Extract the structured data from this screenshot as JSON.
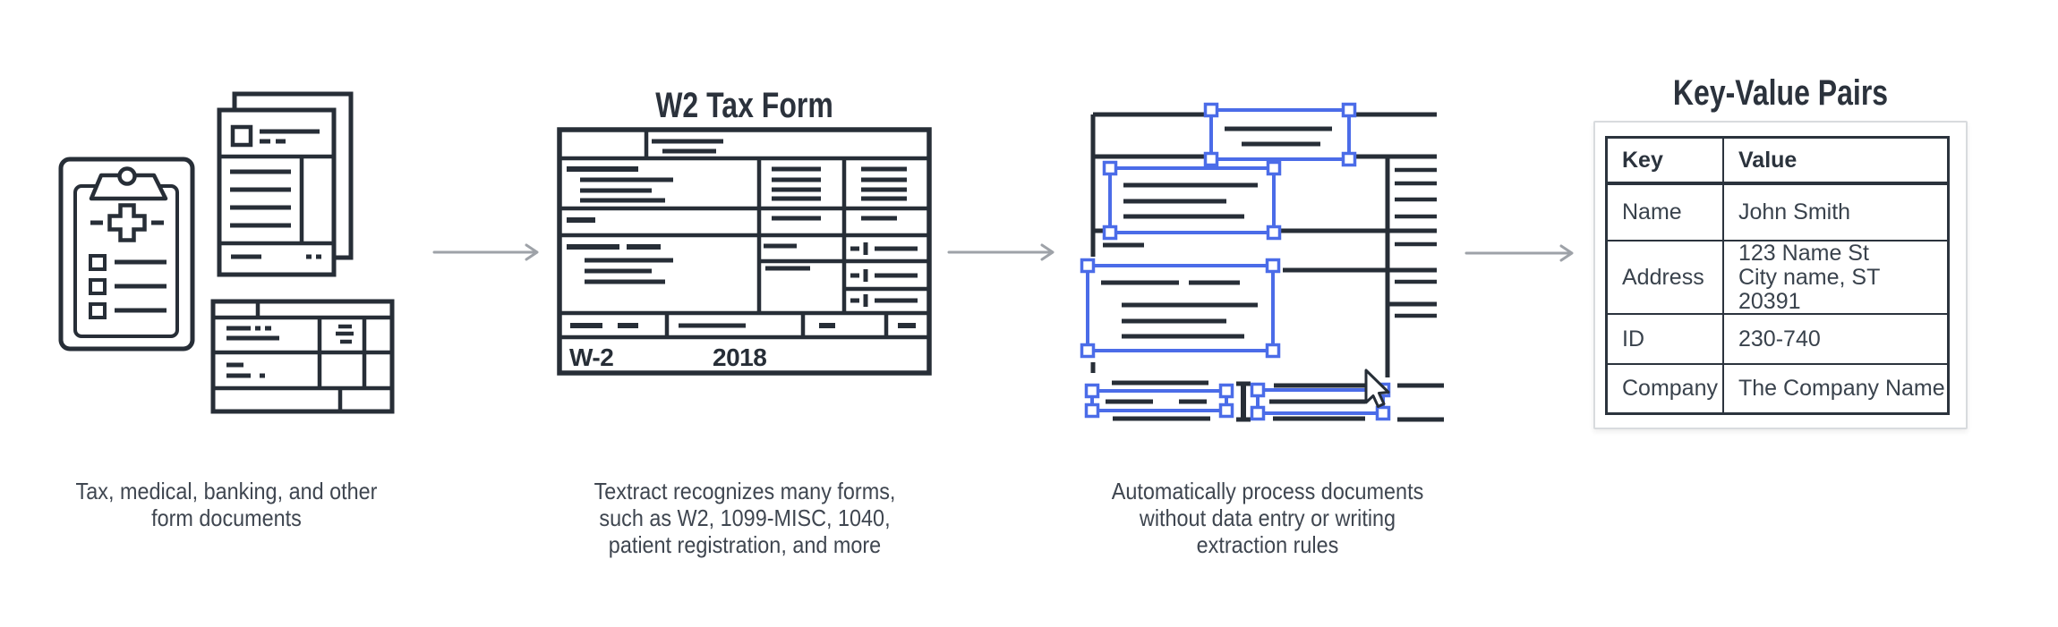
{
  "diagram": {
    "steps": [
      {
        "name": "source-documents",
        "caption_lines": [
          "Tax, medical, banking, and other",
          "form documents"
        ]
      },
      {
        "name": "w2-tax-form",
        "title": "W2 Tax Form",
        "form_label": "W-2",
        "form_year": "2018",
        "caption_lines": [
          "Textract recognizes many forms,",
          "such as W2, 1099-MISC, 1040,",
          "patient registration, and more"
        ]
      },
      {
        "name": "automatic-processing",
        "caption_lines": [
          "Automatically process documents",
          "without data entry or writing",
          "extraction rules"
        ]
      },
      {
        "name": "key-value-pairs",
        "title": "Key-Value Pairs",
        "table": {
          "headers": {
            "key": "Key",
            "value": "Value"
          },
          "rows": [
            {
              "key": "Name",
              "value": "John Smith"
            },
            {
              "key": "Address",
              "value": "123 Name St\nCity name, ST 20391"
            },
            {
              "key": "ID",
              "value": "230-740"
            },
            {
              "key": "Company",
              "value": "The Company Name"
            }
          ]
        }
      }
    ]
  },
  "icons": [
    "clipboard-medical-icon",
    "document-form-icon",
    "spreadsheet-form-icon",
    "w2-form-graphic",
    "scanned-document-graphic",
    "selection-box",
    "text-cursor-icon",
    "mouse-cursor-icon",
    "flow-arrow"
  ],
  "colors": {
    "ink": "#272E37",
    "accent_blue": "#4B6CE8",
    "caption_text": "#3F4650",
    "title_text": "#2B323C",
    "arrow_gray": "#9EA2A8",
    "card_border": "#D8DBDE",
    "background": "#FFFFFF"
  }
}
